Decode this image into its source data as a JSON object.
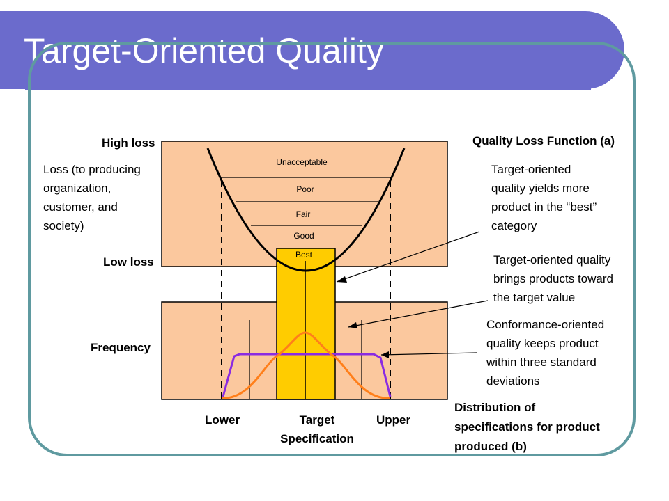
{
  "slide": {
    "title": "Target-Oriented Quality"
  },
  "diagram": {
    "loss_axis": {
      "high": "High loss",
      "low": "Low loss",
      "description": [
        "Loss (to producing",
        "organization,",
        "customer, and",
        "society)"
      ]
    },
    "frequency_label": "Frequency",
    "categories": [
      "Unacceptable",
      "Poor",
      "Fair",
      "Good",
      "Best"
    ],
    "specification": {
      "lower": "Lower",
      "target": "Target",
      "upper": "Upper",
      "caption": "Specification"
    },
    "annotations": {
      "loss_function_title": "Quality Loss Function (a)",
      "best_category": [
        "Target-oriented",
        "quality yields more",
        "product in the “best”",
        "category"
      ],
      "toward_target": [
        "Target-oriented quality",
        "brings products toward",
        "the target value"
      ],
      "conformance": [
        "Conformance-oriented",
        "quality keeps product",
        "within three standard",
        "deviations"
      ],
      "distribution_title": [
        "Distribution of",
        "specifications for product",
        "produced (b)"
      ]
    }
  },
  "colors": {
    "title_bar": "#6b6bcc",
    "frame_border": "#5f9aa0",
    "panel_fill": "#fbc89e",
    "best_band": "#ffcc00",
    "conformance_curve": "#8a2be2",
    "target_curve": "#ff7f1a"
  }
}
